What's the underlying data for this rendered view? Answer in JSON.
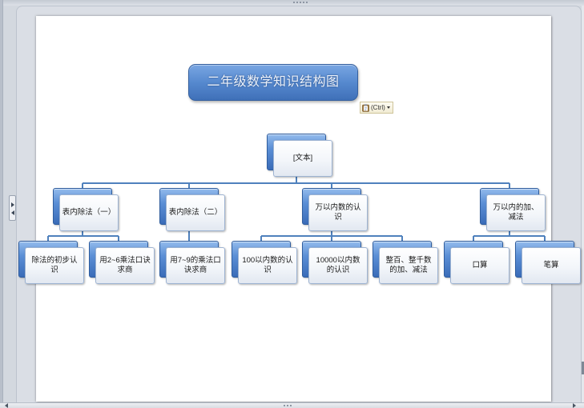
{
  "editor": {
    "colors": {
      "workspace_bg": "#dadee5",
      "slide_bg": "#ffffff",
      "accent": "#4f81bd",
      "node_border": "#9db3d2"
    },
    "icons": {
      "pane_toggle": [
        "expand-right-icon",
        "collapse-left-icon"
      ],
      "scroll": [
        "scroll-left-icon",
        "scroll-right-icon"
      ]
    }
  },
  "slide": {
    "title": "二年级数学知识结构图",
    "paste_options": {
      "label": "(Ctrl)",
      "icon": "clipboard-icon",
      "menu_icon": "chevron-down-icon"
    }
  },
  "diagram": {
    "root": {
      "lines": [
        "[文本]"
      ]
    },
    "children": [
      {
        "lines": [
          "表内除法（一）"
        ],
        "children": [
          {
            "lines": [
              "除法的初步认",
              "识"
            ]
          },
          {
            "lines": [
              "用2~6乘法口诀",
              "求商"
            ]
          }
        ]
      },
      {
        "lines": [
          "表内除法（二）"
        ],
        "children": [
          {
            "lines": [
              "用7~9的乘法口",
              "诀求商"
            ]
          }
        ]
      },
      {
        "lines": [
          "万以内数的认",
          "识"
        ],
        "children": [
          {
            "lines": [
              "100以内数的认",
              "识"
            ]
          },
          {
            "lines": [
              "10000以内数",
              "的认识"
            ]
          },
          {
            "lines": [
              "整百、整千数",
              "的加、减法"
            ]
          }
        ]
      },
      {
        "lines": [
          "万以内的加、",
          "减法"
        ],
        "children": [
          {
            "lines": [
              "口算"
            ]
          },
          {
            "lines": [
              "笔算"
            ]
          }
        ]
      }
    ]
  }
}
